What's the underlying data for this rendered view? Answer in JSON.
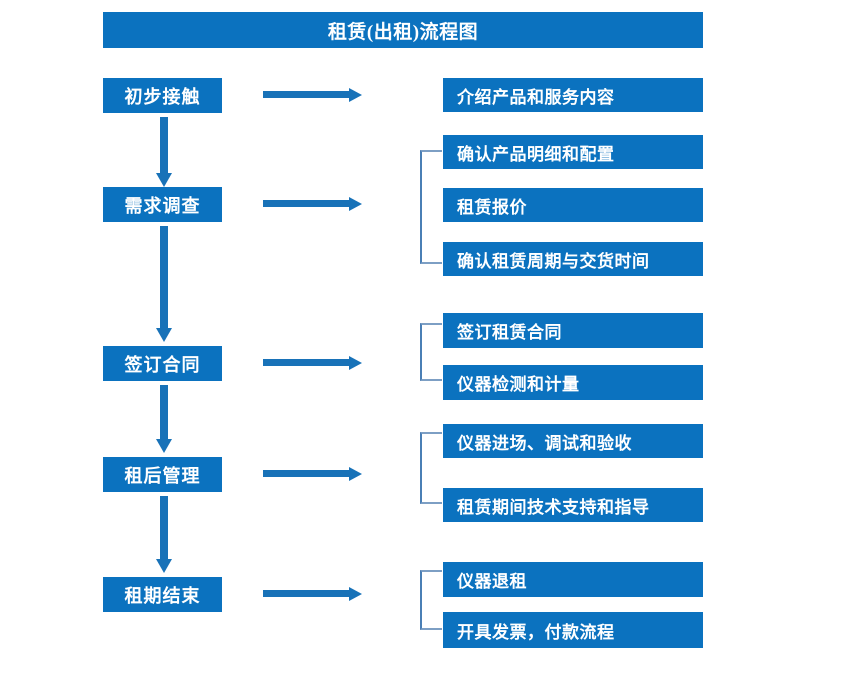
{
  "diagram": {
    "title": "租赁(出租)流程图",
    "accent_color": "#0b72bf",
    "bracket_color": "#4a7fb5",
    "text_color": "#ffffff",
    "background_color": "#ffffff",
    "stages": [
      {
        "label": "初步接触"
      },
      {
        "label": "需求调查"
      },
      {
        "label": "签订合同"
      },
      {
        "label": "租后管理"
      },
      {
        "label": "租期结束"
      }
    ],
    "details": [
      {
        "label": "介绍产品和服务内容"
      },
      {
        "label": "确认产品明细和配置"
      },
      {
        "label": "租赁报价"
      },
      {
        "label": "确认租赁周期与交货时间"
      },
      {
        "label": "签订租赁合同"
      },
      {
        "label": "仪器检测和计量"
      },
      {
        "label": "仪器进场、调试和验收"
      },
      {
        "label": "租赁期间技术支持和指导"
      },
      {
        "label": "仪器退租"
      },
      {
        "label": "开具发票，付款流程"
      }
    ],
    "connectors": {
      "right_arrow_count": 5,
      "down_arrow_count": 4,
      "bracket_count": 4
    }
  }
}
